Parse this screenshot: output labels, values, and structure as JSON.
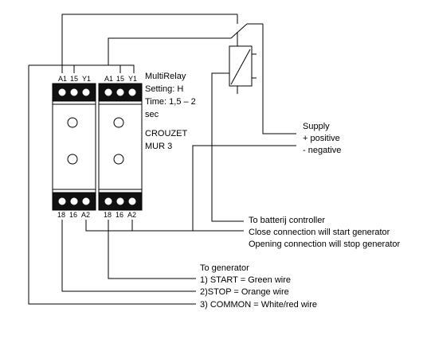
{
  "relay_left": {
    "terminals_top": [
      "A1",
      "15",
      "Y1"
    ],
    "terminals_bottom": [
      "18",
      "16",
      "A2"
    ]
  },
  "relay_right": {
    "terminals_top": [
      "A1",
      "15",
      "Y1"
    ],
    "terminals_bottom": [
      "18",
      "16",
      "A2"
    ]
  },
  "relay_info": {
    "line1": "MultiRelay",
    "line2": "Setting: H",
    "line3": "Time: 1,5 – 2",
    "line4": "sec",
    "line5": "CROUZET",
    "line6": "MUR 3"
  },
  "supply": {
    "title": "Supply",
    "positive": "+ positive",
    "negative": "- negative"
  },
  "controller": {
    "line1": "To batterij controller",
    "line2": "Close connection will start generator",
    "line3": "Opening connection will stop generator"
  },
  "generator": {
    "title": "To generator",
    "start": "1) START = Green wire",
    "stop": "2)STOP = Orange wire",
    "common": "3) COMMON = White/red wire"
  }
}
